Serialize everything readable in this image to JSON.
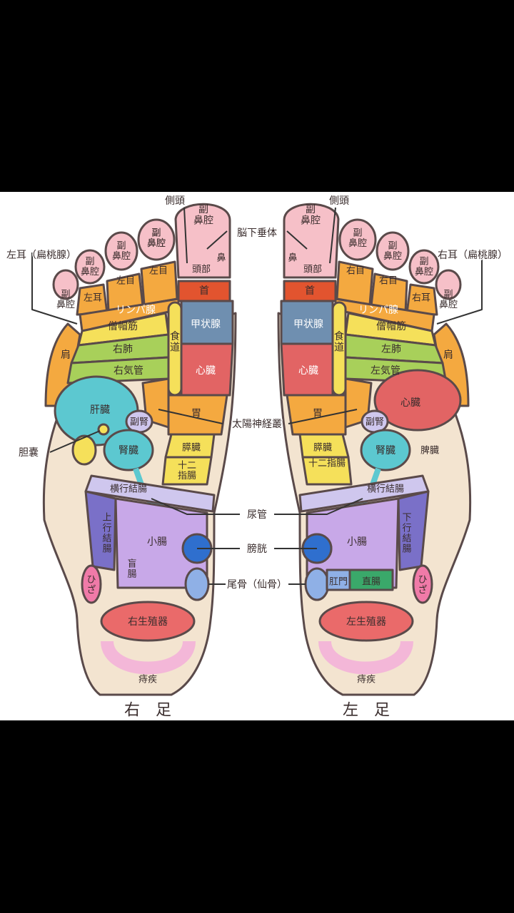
{
  "right_foot": {
    "caption": "右　足",
    "zones": {
      "sinus_big": "副\n鼻腔",
      "sinus_2": "副\n鼻腔",
      "sinus_3": "副\n鼻腔",
      "sinus_4": "副\n鼻腔",
      "sinus_5": "副\n鼻腔",
      "nose": "鼻",
      "head": "頭部",
      "neck": "首",
      "left_eye_a": "左目",
      "left_eye_b": "左目",
      "left_ear": "左耳",
      "lymph": "リンパ腺",
      "trapezius": "僧帽筋",
      "lung": "右肺",
      "bronchus": "右気管",
      "esophagus": "食\n道",
      "thyroid": "甲状腺",
      "heart": "心臓",
      "stomach": "胃",
      "shoulder": "肩",
      "liver": "肝臓",
      "adrenal": "副腎",
      "kidney": "腎臓",
      "pancreas": "膵臓",
      "duodenum": "十二\n指腸",
      "transverse_colon": "横行結腸",
      "ascending_colon": "上\n行\n結\n腸",
      "small_intestine": "小腸",
      "cecum": "盲\n腸",
      "knee": "ひ\nざ",
      "genitals": "右生殖器",
      "hemorrhoids": "痔疾"
    }
  },
  "left_foot": {
    "caption": "左　足",
    "zones": {
      "sinus_big": "副\n鼻腔",
      "sinus_2": "副\n鼻腔",
      "sinus_3": "副\n鼻腔",
      "sinus_4": "副\n鼻腔",
      "sinus_5": "副\n鼻腔",
      "nose": "鼻",
      "head": "頭部",
      "neck": "首",
      "right_eye_a": "右目",
      "right_eye_b": "右目",
      "right_ear": "右耳",
      "lymph": "リンパ腺",
      "trapezius": "僧帽筋",
      "lung": "左肺",
      "bronchus": "左気管",
      "esophagus": "食\n道",
      "thyroid": "甲状腺",
      "heart_upper": "心臓",
      "heart": "心臓",
      "stomach": "胃",
      "shoulder": "肩",
      "adrenal": "副腎",
      "kidney": "腎臓",
      "spleen": "脾臓",
      "pancreas": "膵臓",
      "duodenum": "十二指腸",
      "transverse_colon": "横行結腸",
      "descending_colon": "下\n行\n結\n腸",
      "small_intestine": "小腸",
      "anus": "肛門",
      "rectum": "直腸",
      "knee": "ひ\nざ",
      "genitals": "左生殖器",
      "hemorrhoids": "痔疾"
    }
  },
  "callouts": {
    "left_ear_tonsil": "左耳（扁桃腺）",
    "right_ear_tonsil": "右耳（扁桃腺）",
    "temporal_right": "側頭",
    "temporal_left": "側頭",
    "pituitary": "脳下垂体",
    "solar_plexus": "太陽神経叢",
    "gallbladder": "胆嚢",
    "ureter": "尿管",
    "bladder": "膀胱",
    "coccyx": "尾骨（仙骨）"
  },
  "colors": {
    "skin": "#f3e4d0",
    "outline": "#5a4a4a",
    "toe": "#f6c0c8",
    "neck": "#e2542f",
    "orange": "#f4a940",
    "yellow": "#f5e05a",
    "green": "#a8d05a",
    "thyroid": "#6f8fb0",
    "heart": "#e26464",
    "teal": "#5cc8d0",
    "purple": "#c8a8e8",
    "lavender": "#cfc7ee",
    "indigo": "#7a70c8",
    "blue": "#2f6fce",
    "light_blue": "#8fb0e6",
    "pink": "#f07aa8",
    "salmon": "#ea6a6a",
    "light_pink": "#f3b7d8",
    "rectum": "#3aa86a"
  }
}
